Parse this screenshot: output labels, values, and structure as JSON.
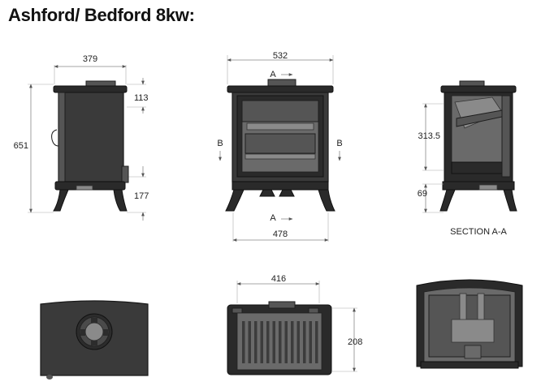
{
  "title": "Ashford/ Bedford 8kw:",
  "dimensions": {
    "side_width": "379",
    "side_height": "651",
    "side_top": "113",
    "side_bottom": "177",
    "front_width": "532",
    "front_base_width": "478",
    "section_height": "313.5",
    "section_bottom": "69",
    "top_width": "416",
    "top_depth": "208"
  },
  "section_markers": {
    "a_top": "A",
    "a_bottom": "A",
    "b_left": "B",
    "b_right": "B"
  },
  "section_caption": "SECTION A-A"
}
